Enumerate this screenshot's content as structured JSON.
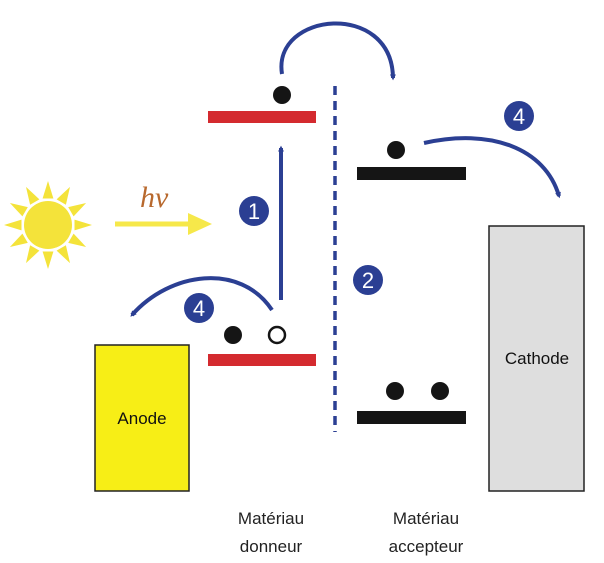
{
  "colors": {
    "arrow_blue": "#2b3f93",
    "donor_red": "#d42a2f",
    "acceptor_black": "#151515",
    "sun_yellow": "#f4e33a",
    "light_arrow_yellow": "#f6e84a",
    "hv_text": "#b8692e",
    "anode_fill": "#f7ee16",
    "cathode_fill": "#dedede",
    "badge_fill": "#2b3f93",
    "badge_text": "#ffffff"
  },
  "labels": {
    "hv": "hν",
    "anode": "Anode",
    "cathode": "Cathode",
    "donor_line1": "Matériau",
    "donor_line2": "donneur",
    "acceptor_line1": "Matériau",
    "acceptor_line2": "accepteur"
  },
  "steps": {
    "absorption": "1",
    "interface": "2",
    "hole_transport": "4",
    "electron_transport": "4"
  },
  "icons": {
    "light_source": "sun-icon",
    "electron": "filled-circle",
    "hole": "open-circle"
  }
}
